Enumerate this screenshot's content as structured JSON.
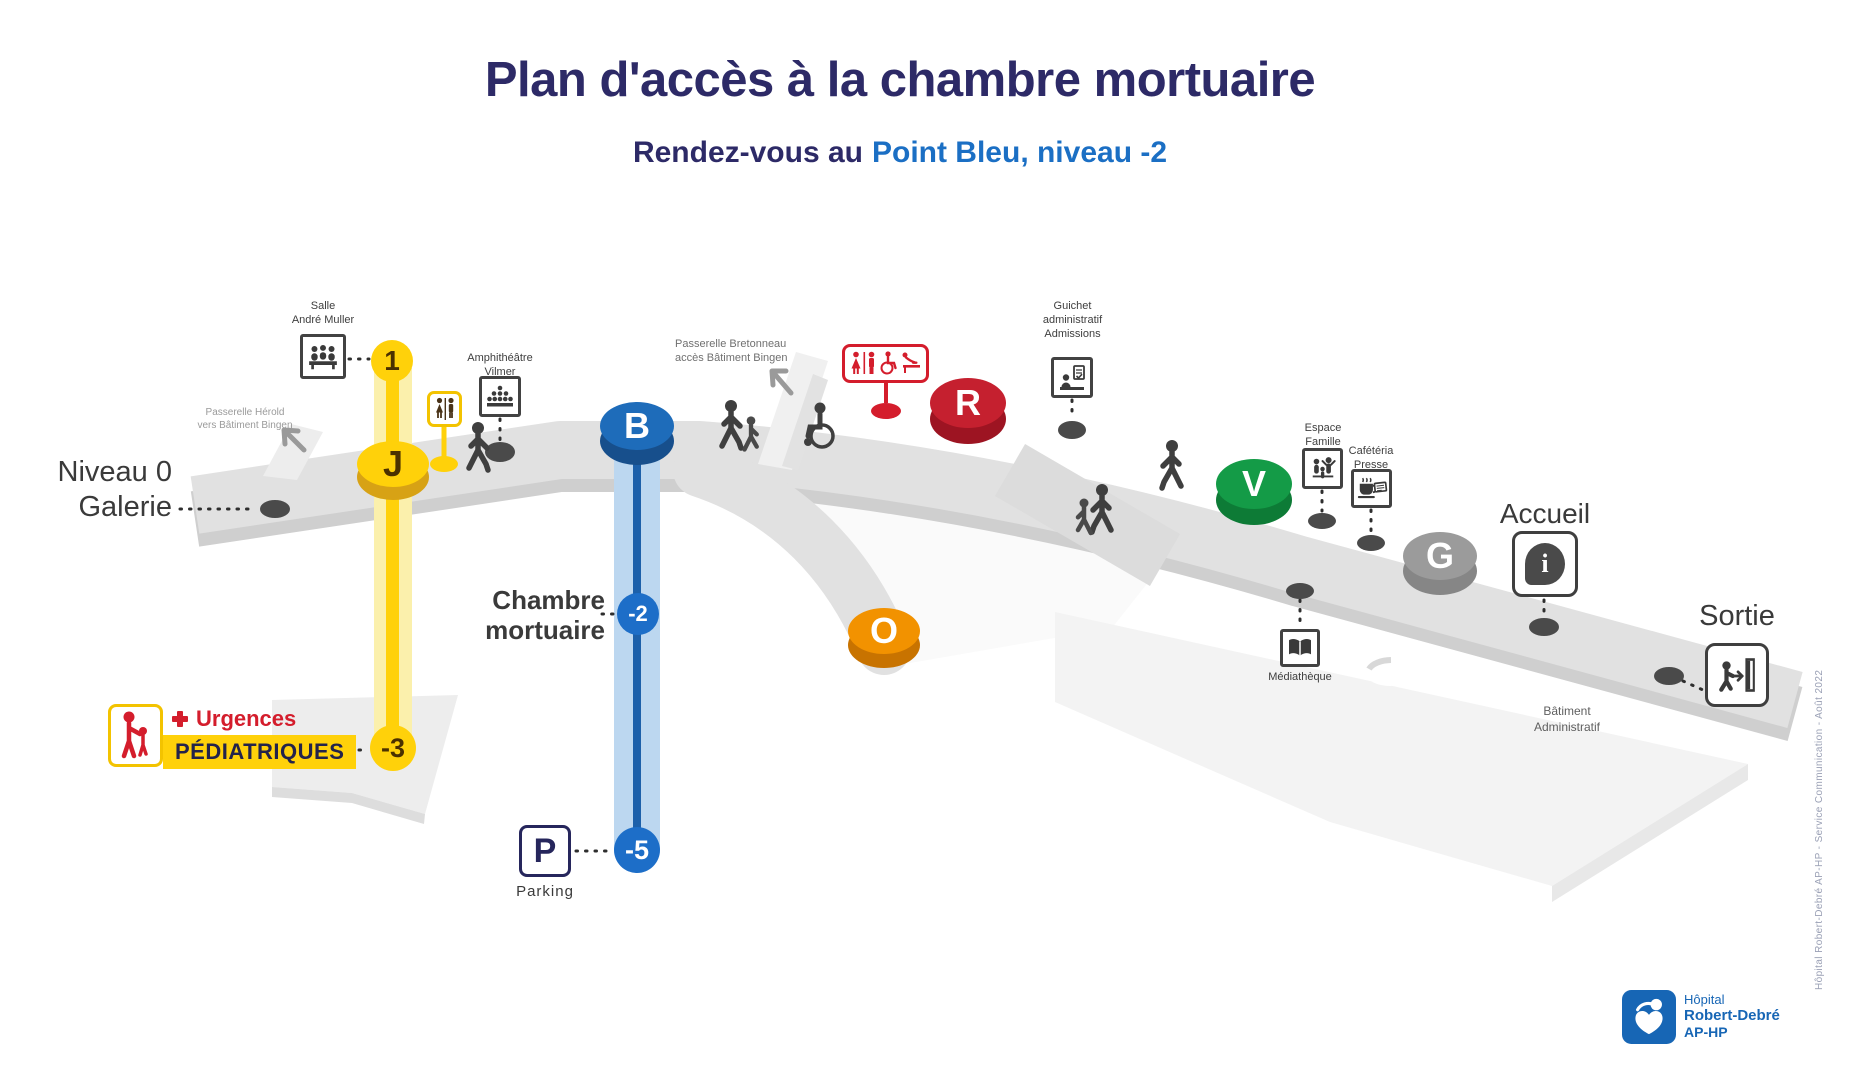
{
  "title": "Plan d'accès à la chambre mortuaire",
  "subtitle": {
    "prefix": "Rendez-vous au",
    "highlight": "Point Bleu, niveau -2"
  },
  "stations": {
    "s1": "1",
    "j": "J",
    "b": "B",
    "r": "R",
    "o": "O",
    "v": "V",
    "g": "G",
    "m2": "-2",
    "m3": "-3",
    "m5": "-5",
    "p": "P",
    "info": "i"
  },
  "labels": {
    "niveau0": "Niveau 0",
    "galerie": "Galerie",
    "herold1": "Passerelle Hérold",
    "herold2": "vers Bâtiment Bingen",
    "salle1": "Salle",
    "salle2": "André Muller",
    "amphi1": "Amphithéâtre",
    "amphi2": "Vilmer",
    "bretonneau1": "Passerelle Bretonneau",
    "bretonneau2": "accès Bâtiment Bingen",
    "guichet1": "Guichet",
    "guichet2": "administratif",
    "guichet3": "Admissions",
    "espace1": "Espace",
    "espace2": "Famille",
    "cafeteria1": "Cafétéria",
    "cafeteria2": "Presse",
    "accueil": "Accueil",
    "mediatheque": "Médiathèque",
    "batiment1": "Bâtiment",
    "batiment2": "Administratif",
    "sortie": "Sortie",
    "chambre1": "Chambre",
    "chambre2": "mortuaire",
    "urgences": "Urgences",
    "pediatriques": "PÉDIATRIQUES",
    "parking": "Parking"
  },
  "logo": {
    "line1": "Hôpital",
    "line2": "Robert-Debré",
    "line3": "AP-HP"
  },
  "credit": "Hôpital Robert-Debré AP-HP  -  Service Communication - Août 2022",
  "colors": {
    "navy": "#2D2A67",
    "accent_blue": "#1B6FC4",
    "yellow": "#FFD10A",
    "red": "#D41D2C",
    "orange": "#F29200",
    "green": "#149B47",
    "gray": "#9B9B9B",
    "blue_point": "#1D6EC8",
    "logo_blue": "#1766B5"
  }
}
